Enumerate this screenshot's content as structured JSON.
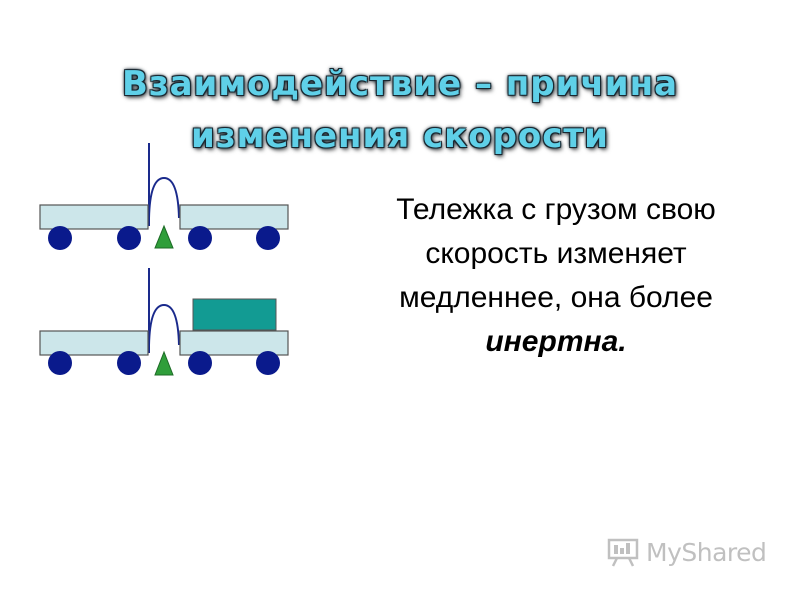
{
  "title": {
    "line1": "Взаимодействие – причина",
    "line2": "изменения скорости"
  },
  "body": {
    "line1": "Тележка с грузом свою",
    "line2": "скорость изменяет",
    "line3": "медленнее, она более",
    "line4": "инертна."
  },
  "watermark": {
    "text": "MyShared",
    "icon": "presentation-board-icon"
  },
  "colors": {
    "title_fill": "#5fd0e8",
    "title_outline": "#1b2a33",
    "cart_body": "#cce6ea",
    "wheel": "#0a1a8c",
    "cargo": "#129b93",
    "wedge": "#2f9e3a",
    "rod": "#1a2a8c"
  }
}
